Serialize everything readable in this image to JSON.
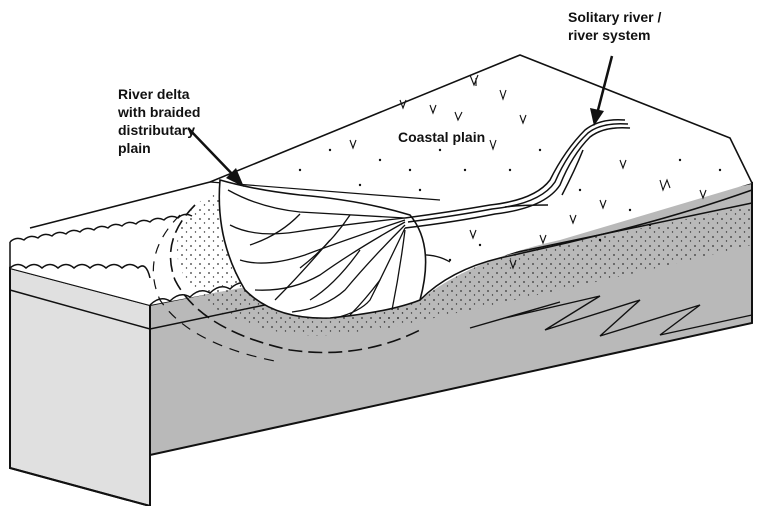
{
  "labels": {
    "solitary_river": [
      "Solitary river /",
      "river system"
    ],
    "river_delta": [
      "River delta",
      "with braided",
      "distributary",
      "plain"
    ],
    "coastal_plain": "Coastal plain"
  },
  "colors": {
    "block_side": "#b9b9b9",
    "outline": "#111111",
    "background": "#ffffff"
  }
}
